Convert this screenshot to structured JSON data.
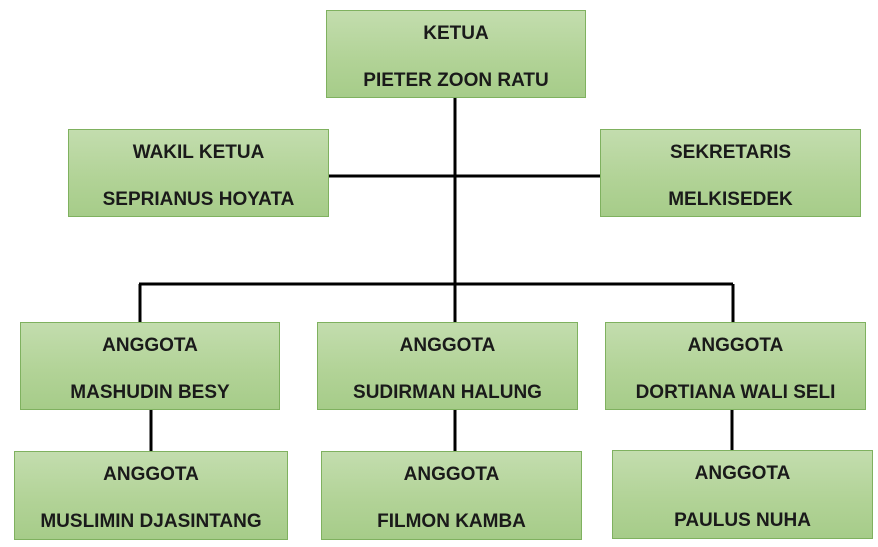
{
  "chart": {
    "chair": {
      "role": "KETUA",
      "person": "PIETER ZOON RATU"
    },
    "vice_chair": {
      "role": "WAKIL KETUA",
      "person": "SEPRIANUS HOYATA"
    },
    "secretary": {
      "role": "SEKRETARIS",
      "person": "MELKISEDEK"
    },
    "members": [
      {
        "role": "ANGGOTA",
        "person": "MASHUDIN BESY"
      },
      {
        "role": "ANGGOTA",
        "person": "SUDIRMAN HALUNG"
      },
      {
        "role": "ANGGOTA",
        "person": "DORTIANA WALI SELI"
      },
      {
        "role": "ANGGOTA",
        "person": "MUSLIMIN DJASINTANG"
      },
      {
        "role": "ANGGOTA",
        "person": "FILMON KAMBA"
      },
      {
        "role": "ANGGOTA",
        "person": "PAULUS NUHA"
      }
    ],
    "colors": {
      "box_fill": "#b2d397",
      "box_border": "#7fb15f",
      "connector": "#000000"
    }
  }
}
